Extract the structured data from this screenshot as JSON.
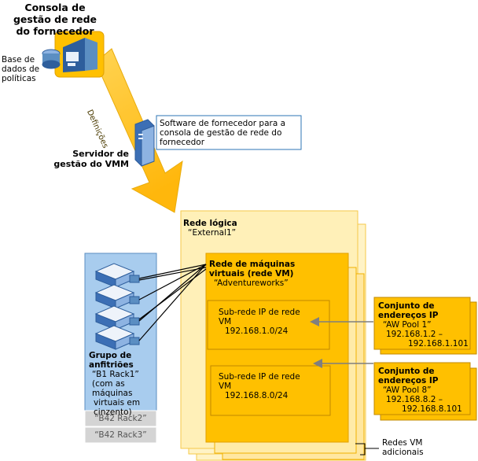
{
  "vendor_console": {
    "line1": "Consola de",
    "line2": "gestão de rede",
    "line3": "do fornecedor"
  },
  "policy_db": {
    "line1": "Base de",
    "line2": "dados de",
    "line3": "políticas"
  },
  "arrow_label": "Definições",
  "vendor_software": {
    "line1": "Software de fornecedor para a",
    "line2": "consola de gestão de rede do",
    "line3": "fornecedor"
  },
  "vmm_server": {
    "line1": "Servidor de",
    "line2": "gestão do VMM"
  },
  "logical_network": {
    "title": "Rede lógica",
    "name": "“External1”"
  },
  "vm_network": {
    "line1": "Rede de máquinas",
    "line2": "virtuais (rede VM)",
    "name": "“Adventureworks”"
  },
  "subnet1": {
    "line1": "Sub-rede IP de rede",
    "line2": "VM",
    "address": "192.168.1.0/24"
  },
  "subnet2": {
    "line1": "Sub-rede IP de rede",
    "line2": "VM",
    "address": "192.168.8.0/24"
  },
  "pool1": {
    "line1": "Conjunto de",
    "line2": "endereços IP",
    "name": "“AW Pool 1”",
    "range1": "192.168.1.2 –",
    "range2": "192.168.1.101"
  },
  "pool2": {
    "line1": "Conjunto de",
    "line2": "endereços IP",
    "name": "“AW Pool 8”",
    "range1": "192.168.8.2 –",
    "range2": "192.168.8.101"
  },
  "host_group": {
    "line1": "Grupo de",
    "line2": "anfitriões",
    "name": "“B1 Rack1”",
    "note1": "(com as máquinas",
    "note2": "virtuais em",
    "note3": "cinzento)"
  },
  "rack2": "“B42 Rack2”",
  "rack3": "“B42 Rack3”",
  "additional_vm_networks": {
    "line1": "Redes VM",
    "line2": "adicionais"
  },
  "colors": {
    "pale_yellow": "#FFF0B8",
    "gold": "#FFC000",
    "pool_orange": "#FFC000",
    "host_blue": "#A8CCEE",
    "rack_gray": "#D4D4D4"
  }
}
